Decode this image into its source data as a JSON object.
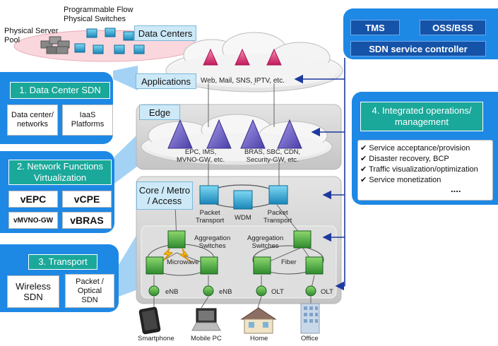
{
  "top": {
    "pool_label": "Physical Server\nPool",
    "switches_label": "Programmable Flow\nPhysical Switches",
    "data_centers": "Data Centers"
  },
  "controller": {
    "tms": "TMS",
    "oss": "OSS/BSS",
    "sdn": "SDN service controller"
  },
  "left": {
    "dc_sdn": {
      "title": "1. Data Center SDN",
      "box1": "Data center/\nnetworks",
      "box2": "IaaS\nPlatforms"
    },
    "nfv": {
      "title": "2. Network Functions\nVirtualization",
      "vepc": "vEPC",
      "vcpe": "vCPE",
      "vmvno": "vMVNO-GW",
      "vbras": "vBRAS"
    },
    "transport": {
      "title": "3. Transport",
      "wireless": "Wireless\nSDN",
      "optical": "Packet /\nOptical\nSDN"
    }
  },
  "right": {
    "title": "4. Integrated operations/\nmanagement",
    "items": [
      "Service acceptance/provision",
      "Disaster recovery, BCP",
      "Traffic visualization/optimization",
      "Service monetization"
    ],
    "ellipsis": "...."
  },
  "center": {
    "applications": "Applications",
    "apps_text": "Web, Mail, SNS, IPTV, etc.",
    "edge": "Edge",
    "edge_left": "EPC, IMS,\nMVNO-GW, etc.",
    "edge_right": "BRAS, SBC, CDN,\nSecurity-GW, etc.",
    "core": "Core / Metro\n/ Access",
    "packet_transport_1": "Packet\nTransport",
    "wdm": "WDM",
    "packet_transport_2": "Packet\nTransport",
    "agg_left": "Aggregation\nSwitches",
    "agg_right": "Aggregation\nSwitches",
    "microwave": "Microwave",
    "fiber": "Fiber",
    "enb1": "eNB",
    "enb2": "eNB",
    "olt1": "OLT",
    "olt2": "OLT"
  },
  "devices": {
    "smartphone": "Smartphone",
    "mobile_pc": "Mobile PC",
    "home": "Home",
    "office": "Office"
  },
  "colors": {
    "panel_blue": "#1e88e5",
    "title_teal": "#1aa89a",
    "controller_navy": "#1553a8",
    "switch_green": "#3aa43a",
    "node_cyan": "#1aa0c8",
    "pyramid_purple": "#6a5fc1",
    "app_pink": "#e0457a",
    "arrow_navy": "#1d3a9e"
  }
}
